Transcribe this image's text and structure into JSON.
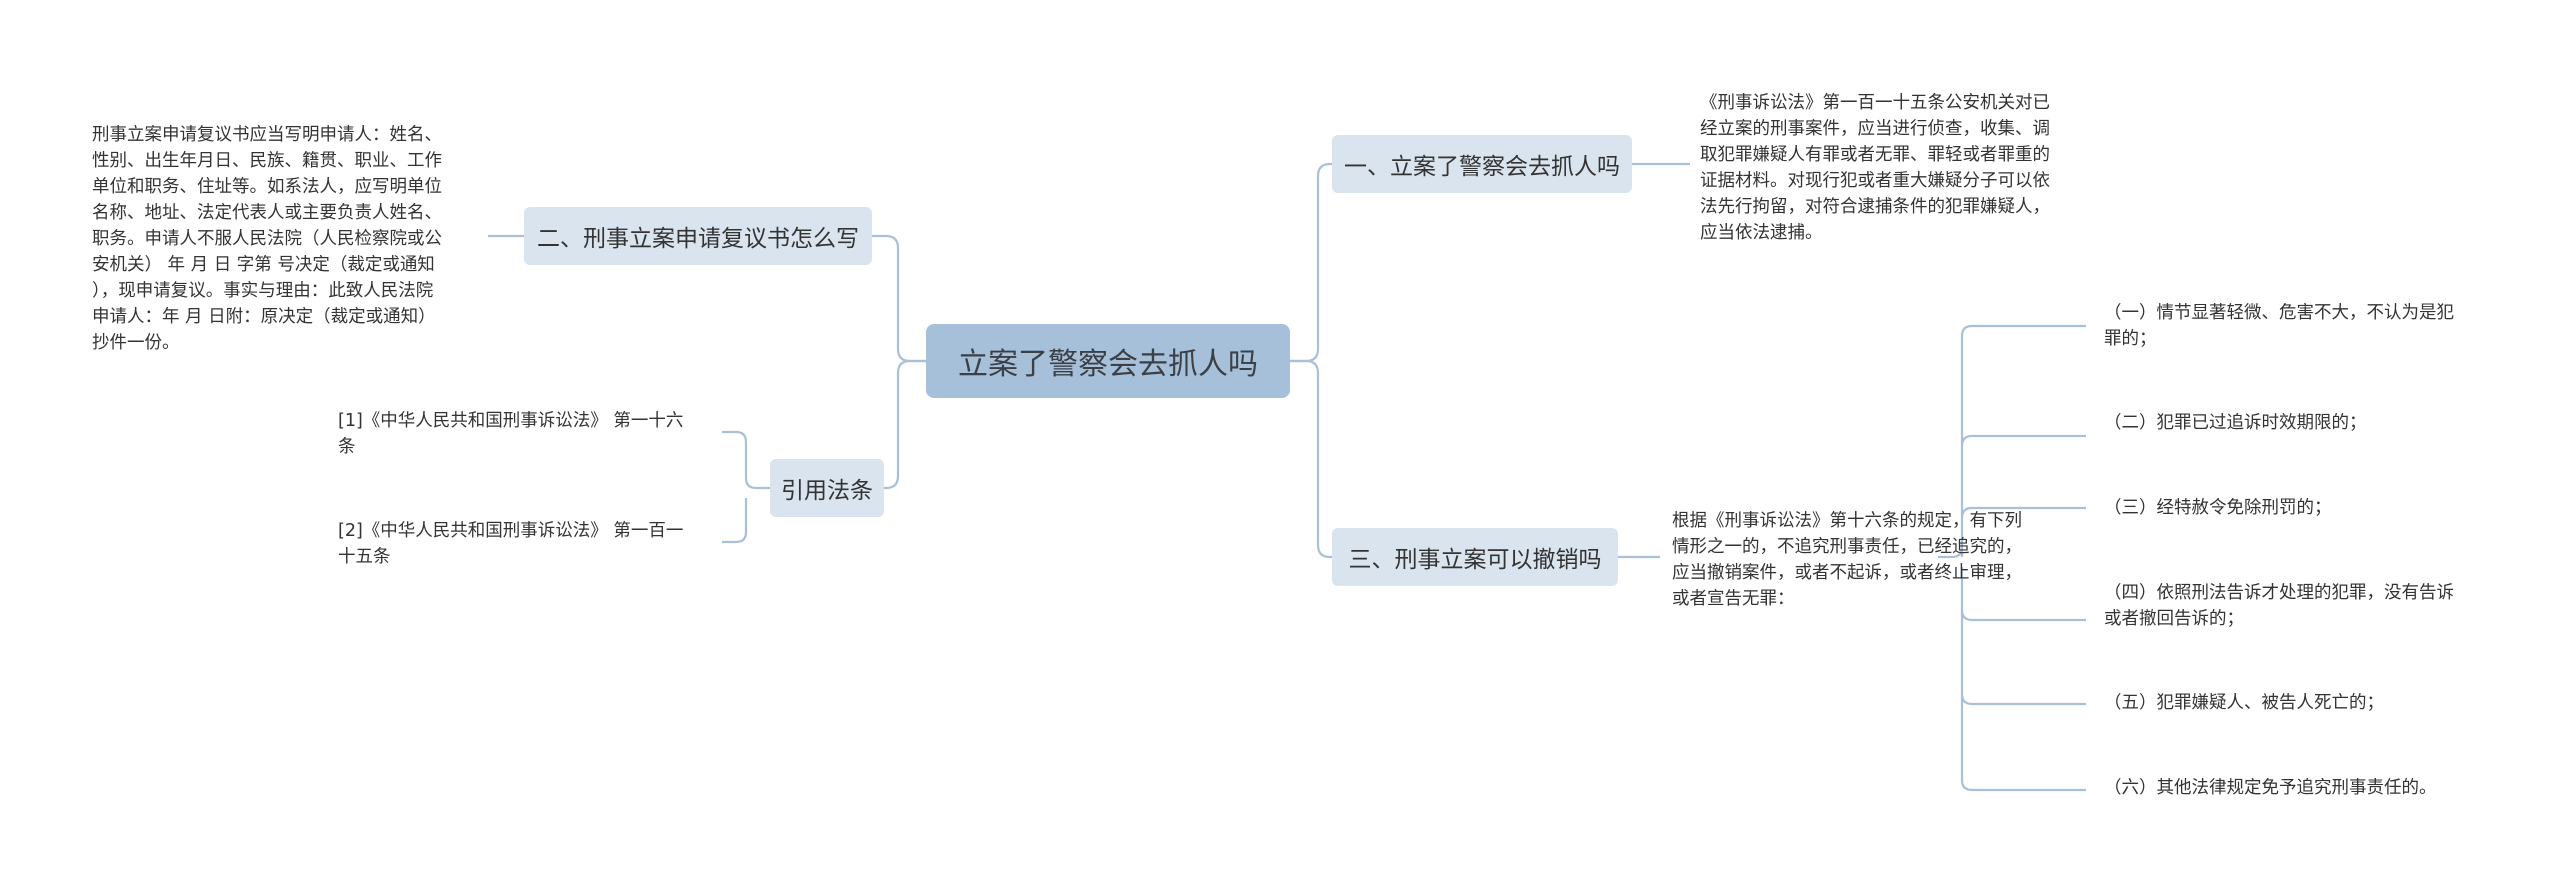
{
  "root": {
    "label": "立案了警察会去抓人吗"
  },
  "branches": {
    "b1": {
      "label": "一、立案了警察会去抓人吗",
      "leaf": "《刑事诉讼法》第一百一十五条公安机关对已\n经立案的刑事案件，应当进行侦查，收集、调\n取犯罪嫌疑人有罪或者无罪、罪轻或者罪重的\n证据材料。对现行犯或者重大嫌疑分子可以依\n法先行拘留，对符合逮捕条件的犯罪嫌疑人，\n应当依法逮捕。"
    },
    "b2": {
      "label": "二、刑事立案申请复议书怎么写",
      "leaf": "刑事立案申请复议书应当写明申请人：姓名、\n性别、出生年月日、民族、籍贯、职业、工作\n单位和职务、住址等。如系法人，应写明单位\n名称、地址、法定代表人或主要负责人姓名、\n职务。申请人不服人民法院（人民检察院或公\n安机关） 年 月 日 字第 号决定（裁定或通知\n），现申请复议。事实与理由：此致人民法院\n申请人：年 月 日附：原决定（裁定或通知）\n抄件一份。"
    },
    "b3": {
      "label": "三、刑事立案可以撤销吗",
      "leaf": "根据《刑事诉讼法》第十六条的规定，有下列\n情形之一的，不追究刑事责任，已经追究的，\n应当撤销案件，或者不起诉，或者终止审理，\n或者宣告无罪：",
      "items": [
        "（一）情节显著轻微、危害不大，不认为是犯\n罪的；",
        "（二）犯罪已过追诉时效期限的；",
        "（三）经特赦令免除刑罚的；",
        "（四）依照刑法告诉才处理的犯罪，没有告诉\n或者撤回告诉的；",
        "（五）犯罪嫌疑人、被告人死亡的；",
        "（六）其他法律规定免予追究刑事责任的。"
      ]
    },
    "b4": {
      "label": "引用法条",
      "refs": [
        "[1]《中华人民共和国刑事诉讼法》 第一十六\n条",
        "[2]《中华人民共和国刑事诉讼法》 第一百一\n十五条"
      ]
    }
  },
  "colors": {
    "root_bg": "#a7c0da",
    "branch_bg": "#d9e4ee",
    "line": "#a9c0d6"
  }
}
